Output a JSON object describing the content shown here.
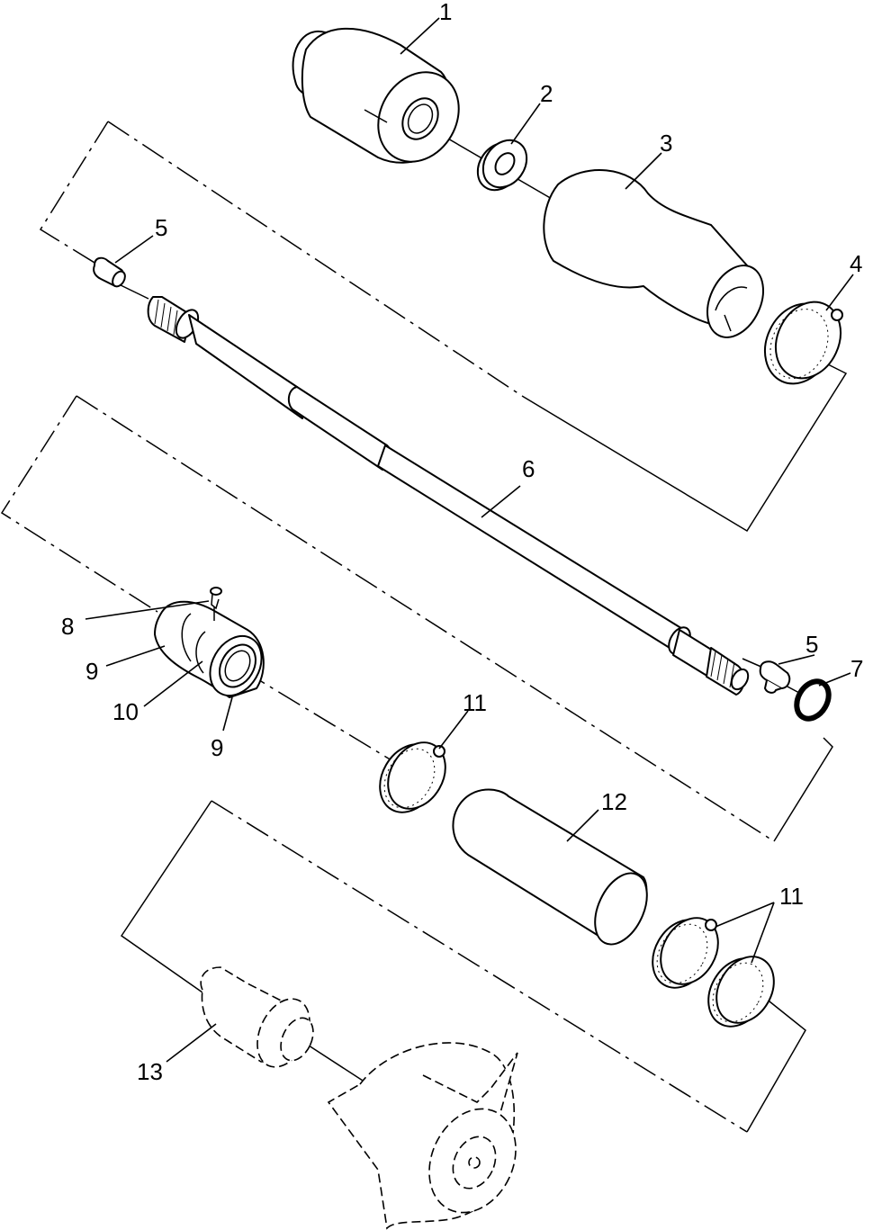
{
  "diagram": {
    "labels": {
      "p1": "1",
      "p2": "2",
      "p3": "3",
      "p4": "4",
      "p5a": "5",
      "p5b": "5",
      "p6": "6",
      "p7": "7",
      "p8": "8",
      "p9a": "9",
      "p9b": "9",
      "p10": "10",
      "p11a": "11",
      "p11b": "11",
      "p12": "12",
      "p13": "13"
    }
  }
}
